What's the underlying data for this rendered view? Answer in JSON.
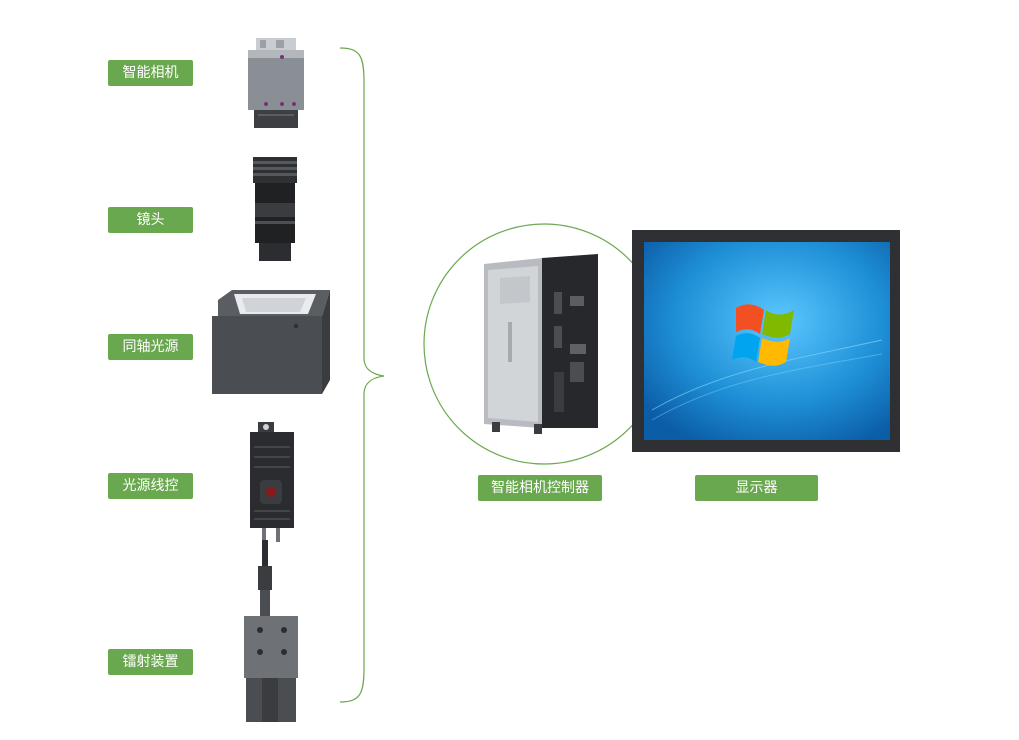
{
  "components": [
    {
      "label": "智能相机",
      "icon": "smart-camera-icon"
    },
    {
      "label": "镜头",
      "icon": "lens-icon"
    },
    {
      "label": "同轴光源",
      "icon": "coaxial-light-icon"
    },
    {
      "label": "光源线控",
      "icon": "light-controller-icon"
    },
    {
      "label": "镭射装置",
      "icon": "laser-device-icon"
    }
  ],
  "controller": {
    "label": "智能相机控制器",
    "icon": "camera-controller-icon"
  },
  "monitor": {
    "label": "显示器",
    "icon": "monitor-icon"
  },
  "colors": {
    "accent": "#6aa84f",
    "bracket": "#6aa84f",
    "screen": "#1e8fd6"
  }
}
